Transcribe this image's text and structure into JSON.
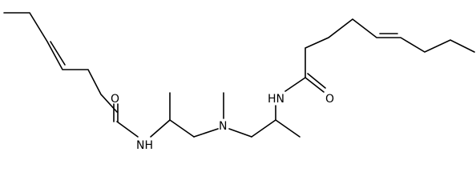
{
  "diagram": {
    "type": "skeletal-structure",
    "atom_labels": [
      {
        "id": "o-left",
        "text": "O"
      },
      {
        "id": "nh-left",
        "text": "NH"
      },
      {
        "id": "n-center",
        "text": "N"
      },
      {
        "id": "nh-right",
        "text": "HN"
      },
      {
        "id": "o-right",
        "text": "O"
      }
    ],
    "colors": {
      "bond": "#000000",
      "text": "#000000",
      "background": "#ffffff"
    }
  }
}
